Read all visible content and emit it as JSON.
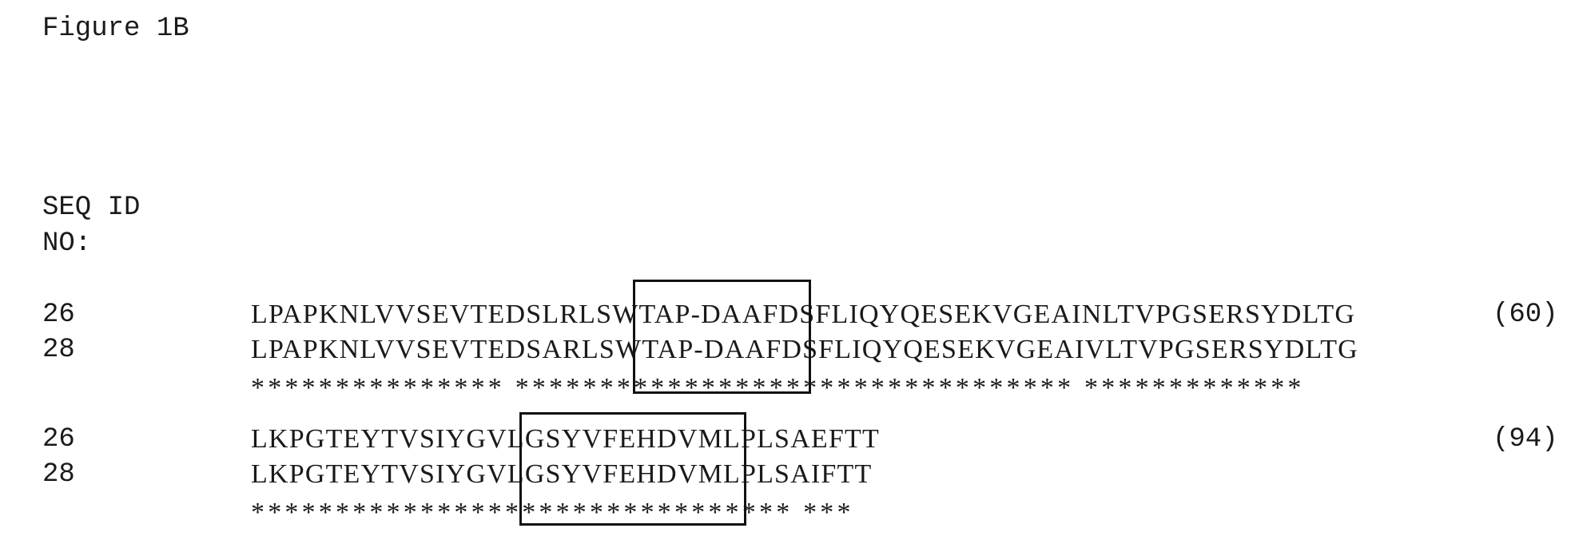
{
  "figure_title": "Figure 1B",
  "header": {
    "line1": "SEQ ID",
    "line2": "NO:"
  },
  "blocks": [
    {
      "rows": [
        {
          "id": "26",
          "sequence": "LPAPKNLVVSEVTEDSLRLSWTAP-DAAFDSFLIQYQESEKVGEAINLTVPGSERSYDLTG"
        },
        {
          "id": "28",
          "sequence": "LPAPKNLVVSEVTEDSARLSWTAP-DAAFDSFLIQYQESEKVGEAIVLTVPGSERSYDLTG"
        }
      ],
      "consensus": "*************** ********************************* *************",
      "end_position": "(60)"
    },
    {
      "rows": [
        {
          "id": "26",
          "sequence": "LKPGTEYTVSIYGVLGSYVFEHDVMLPLSAEFTT"
        },
        {
          "id": "28",
          "sequence": "LKPGTEYTVSIYGVLGSYVFEHDVMLPLSAIFTT"
        }
      ],
      "consensus": "******************************** ***",
      "end_position": "(94)"
    }
  ]
}
